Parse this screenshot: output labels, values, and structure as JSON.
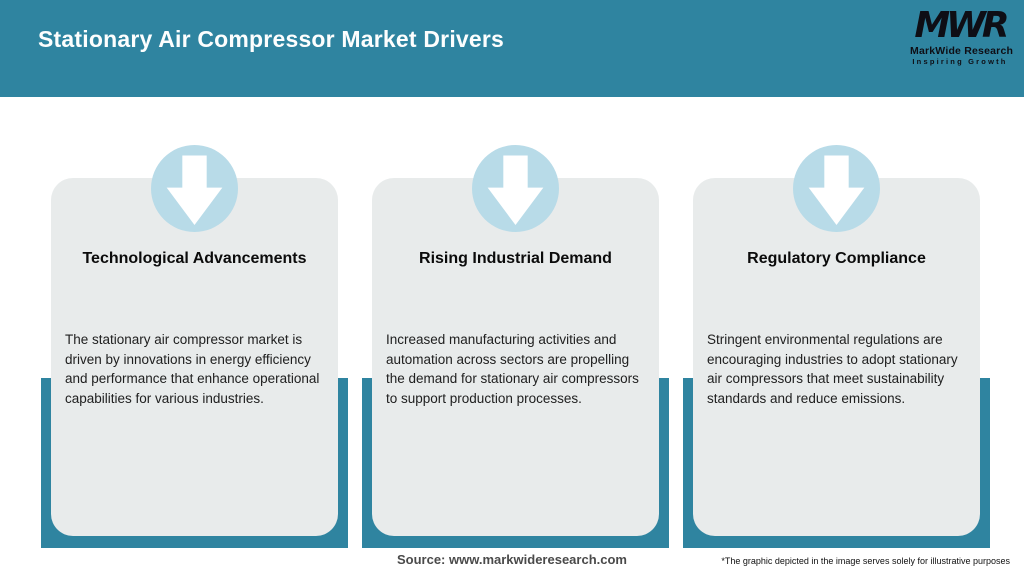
{
  "header": {
    "title": "Stationary Air Compressor Market Drivers",
    "logo": {
      "acronym": "MWR",
      "name": "MarkWide Research",
      "tagline": "Inspiring Growth"
    }
  },
  "cards": [
    {
      "icon": "down-arrow-icon",
      "title": "Technological Advancements",
      "body": "The stationary air compressor market is driven by innovations in energy efficiency and performance that enhance operational capabilities for various industries."
    },
    {
      "icon": "down-arrow-icon",
      "title": "Rising Industrial Demand",
      "body": "Increased manufacturing activities and automation across sectors are propelling the demand for stationary air compressors to support production processes."
    },
    {
      "icon": "down-arrow-icon",
      "title": "Regulatory Compliance",
      "body": "Stringent environmental regulations are encouraging industries to adopt stationary air compressors that meet sustainability standards and reduce emissions."
    }
  ],
  "footer": {
    "source": "Source: www.markwideresearch.com",
    "disclaimer": "*The graphic depicted in the image serves solely for illustrative purposes"
  },
  "colors": {
    "teal": "#2F84A0",
    "card_background": "#E8EBEB",
    "badge_circle": "#B8DBE8",
    "arrow": "#FFFFFF",
    "title_text": "#FDFEFE",
    "logo_text": "#0E0E15"
  }
}
